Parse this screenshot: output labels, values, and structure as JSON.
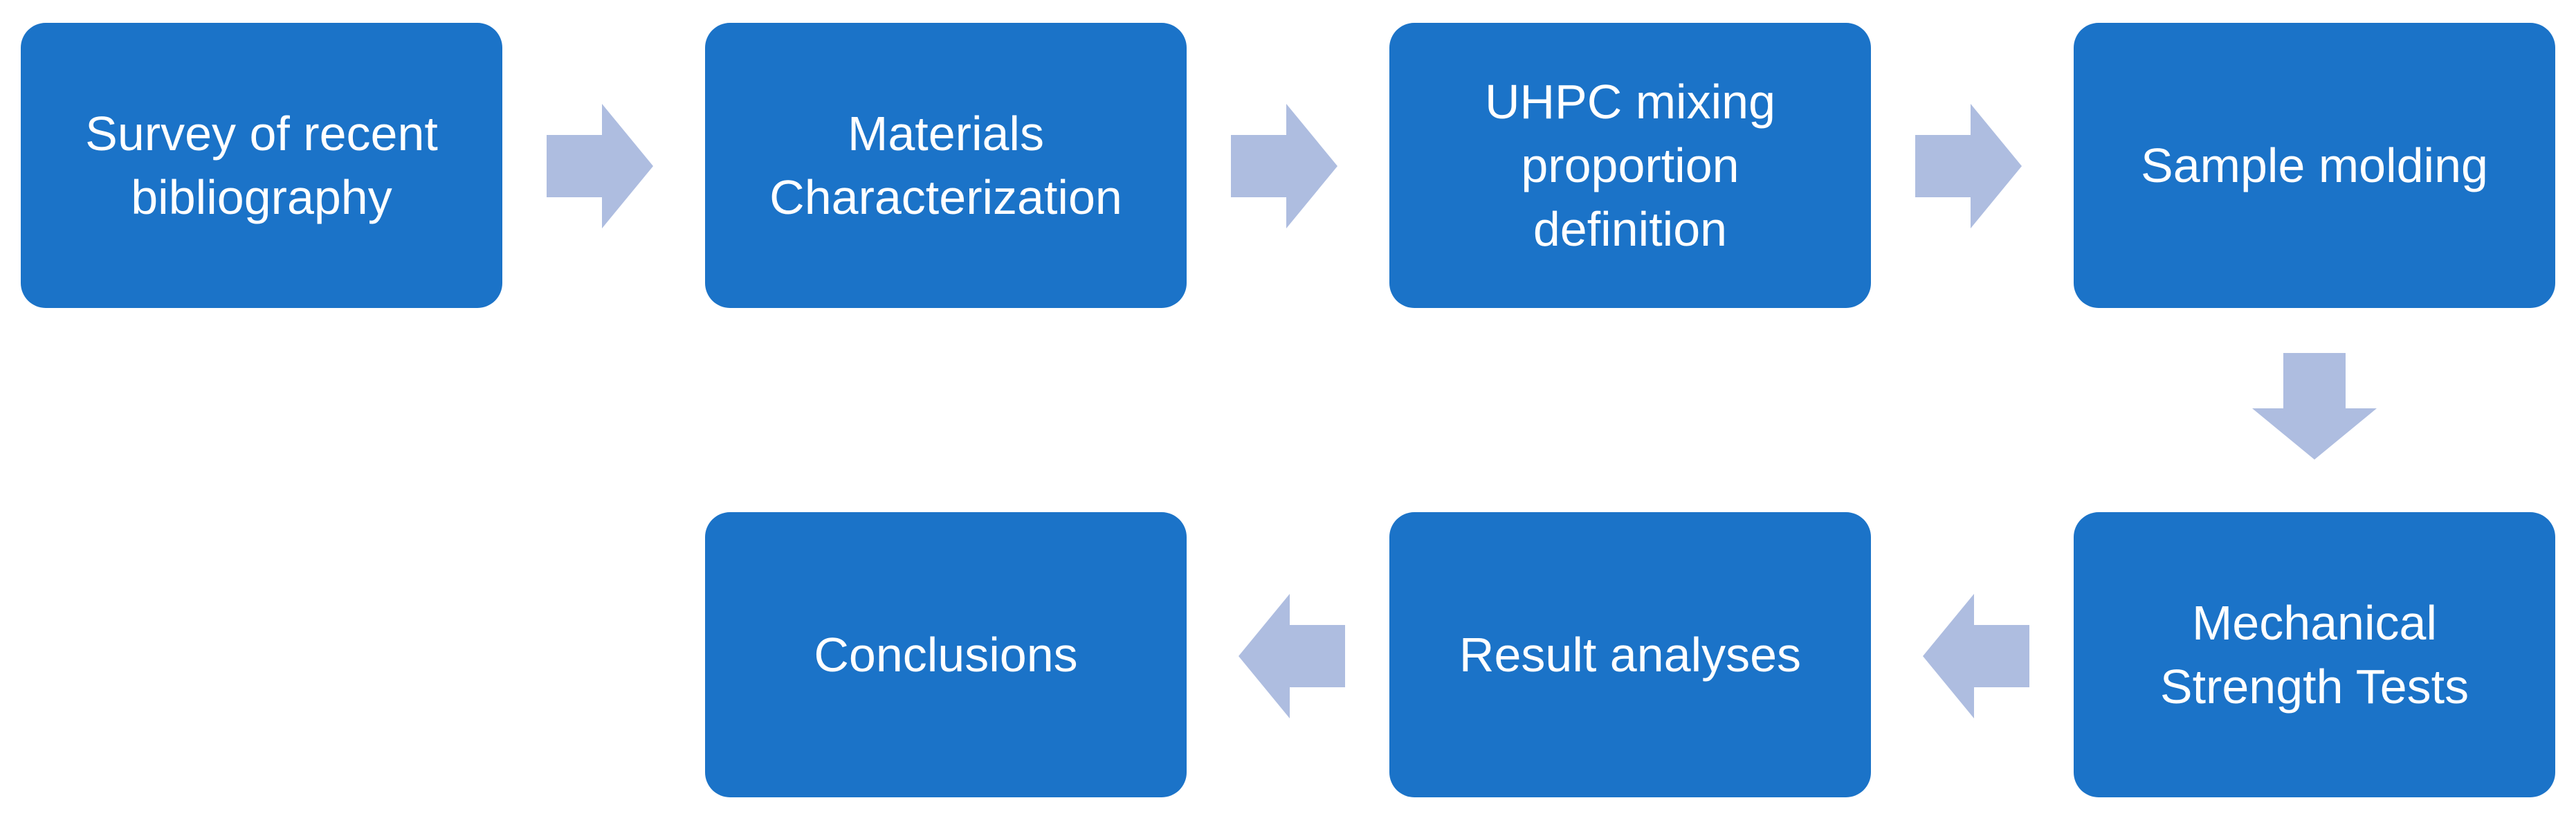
{
  "colors": {
    "box_fill": "#1b73c8",
    "box_text": "#ffffff",
    "arrow_fill": "#aebde0",
    "background": "#ffffff"
  },
  "steps": [
    {
      "label": "Survey of recent\nbibliography"
    },
    {
      "label": "Materials\nCharacterization"
    },
    {
      "label": "UHPC mixing\nproportion\ndefinition"
    },
    {
      "label": "Sample molding"
    },
    {
      "label": "Mechanical\nStrength Tests"
    },
    {
      "label": "Result analyses"
    },
    {
      "label": "Conclusions"
    }
  ],
  "arrows": [
    {
      "direction": "right",
      "icon": "arrow-right-icon"
    },
    {
      "direction": "right",
      "icon": "arrow-right-icon"
    },
    {
      "direction": "right",
      "icon": "arrow-right-icon"
    },
    {
      "direction": "down",
      "icon": "arrow-down-icon"
    },
    {
      "direction": "left",
      "icon": "arrow-left-icon"
    },
    {
      "direction": "left",
      "icon": "arrow-left-icon"
    }
  ]
}
